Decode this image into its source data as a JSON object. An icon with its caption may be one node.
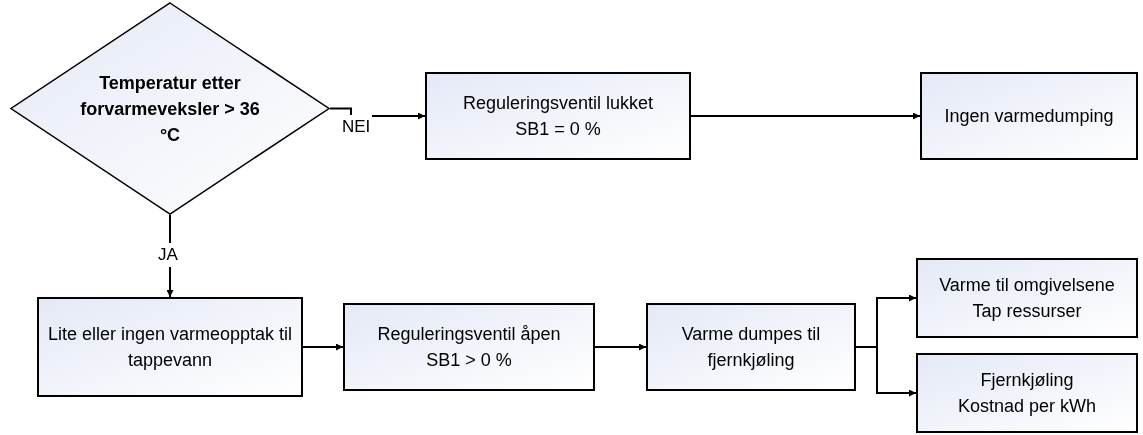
{
  "diagram": {
    "nodes": [
      {
        "text": [
          "Temperatur etter forvarmeveksler > 36 °C"
        ]
      },
      {
        "text": [
          "Reguleringsventil lukket",
          "SB1 = 0 %"
        ]
      },
      {
        "text": [
          "Ingen varmedumping"
        ]
      },
      {
        "text": [
          "Lite eller ingen varmeopptak til tappevann"
        ]
      },
      {
        "text": [
          "Reguleringsventil åpen",
          "SB1 > 0 %"
        ]
      },
      {
        "text": [
          "Varme dumpes til fjernkjøling"
        ]
      },
      {
        "text": [
          "Varme til omgivelsene",
          "Tap ressurser"
        ]
      },
      {
        "text": [
          "Fjernkjøling",
          "Kostnad per kWh"
        ]
      }
    ],
    "edges": [
      {
        "from": 0,
        "to": 1,
        "arrow": "to",
        "label": "NEI"
      },
      {
        "from": 0,
        "to": 3,
        "arrow": "to",
        "label": "JA"
      },
      {
        "from": 1,
        "to": 2,
        "arrow": "to"
      },
      {
        "from": 3,
        "to": 4,
        "arrow": "to"
      },
      {
        "from": 4,
        "to": 5,
        "arrow": "to"
      },
      {
        "from": 5,
        "to": 6,
        "arrow": "to"
      },
      {
        "from": 5,
        "to": 7,
        "arrow": "to"
      }
    ]
  }
}
